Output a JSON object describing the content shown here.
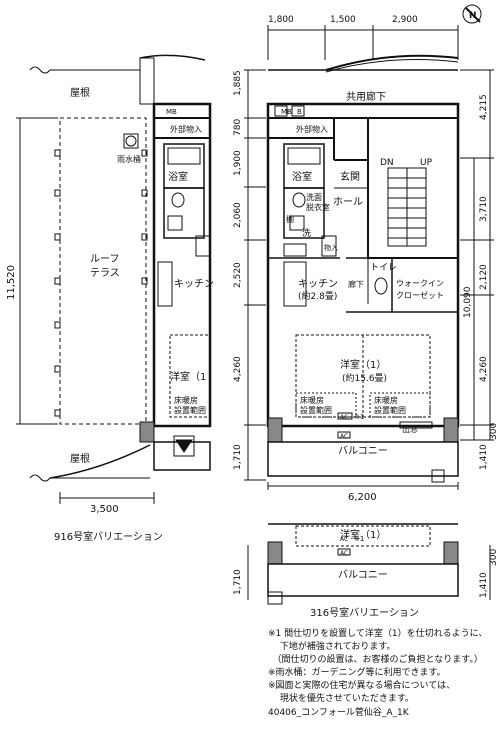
{
  "dims": {
    "top_widths": [
      "1,800",
      "1,500",
      "2,900"
    ],
    "left_heights": [
      "1,885",
      "780",
      "1,900",
      "2,060",
      "2,520",
      "4,260",
      "1,710"
    ],
    "right_heights": [
      "4,215",
      "3,710",
      "2,120",
      "4,260",
      "1,410",
      "300"
    ],
    "right_total": "10,090",
    "bottom_width": "6,200",
    "v916_height": "11,520",
    "v916_width": "3,500",
    "v316_heights": [
      "1,710"
    ],
    "v316_right": [
      "1,410",
      "300"
    ]
  },
  "rooms": {
    "corridor": "共用廊下",
    "storage": "外部物入",
    "bath": "浴室",
    "entrance": "玄関",
    "dn": "DN",
    "up": "UP",
    "hall": "ホール",
    "washroom": "洗面\n脱衣室",
    "shelf": "棚",
    "wash": "洗",
    "closet": "物入",
    "toilet": "トイレ",
    "hallway": "廊下",
    "kitchen": "キッチン",
    "kitchen_size": "(約2.8畳)",
    "walkin_1": "ウォークイン",
    "walkin_2": "クローゼット",
    "western": "洋室（1）",
    "western_size": "(約15.6畳)",
    "floor_heat": "床暖房\n設置範囲",
    "ac": "AC",
    "ac_note": "※1",
    "window": "出窓",
    "balcony": "バルコニー",
    "mb": "MB",
    "b": "B"
  },
  "v916": {
    "roof": "屋根",
    "rain_barrel": "雨水桶",
    "roof_terrace_1": "ルーフ",
    "roof_terrace_2": "テラス",
    "kitchen": "キッチン",
    "western": "洋室（1",
    "floor_heat": "床暖房\n設置範囲",
    "roof_bottom": "屋根",
    "caption": "916号室バリエーション"
  },
  "v316": {
    "western": "洋室（1）",
    "ac": "AC",
    "ac_note": "※1",
    "balcony": "バルコニー",
    "caption": "316号室バリエーション"
  },
  "compass": "N",
  "notes": [
    "※1 間仕切りを設置して洋室（1）を仕切れるように、",
    "　 下地が補強されております。",
    "　（間仕切りの設置は、お客様のご負担となります。）",
    "※雨水桶：ガーデニング等に利用できます。",
    "※図面と実際の住宅が異なる場合については、",
    "　 現状を優先させていただきます。"
  ],
  "footer": "40406_コンフォール菅仙谷_A_1K"
}
